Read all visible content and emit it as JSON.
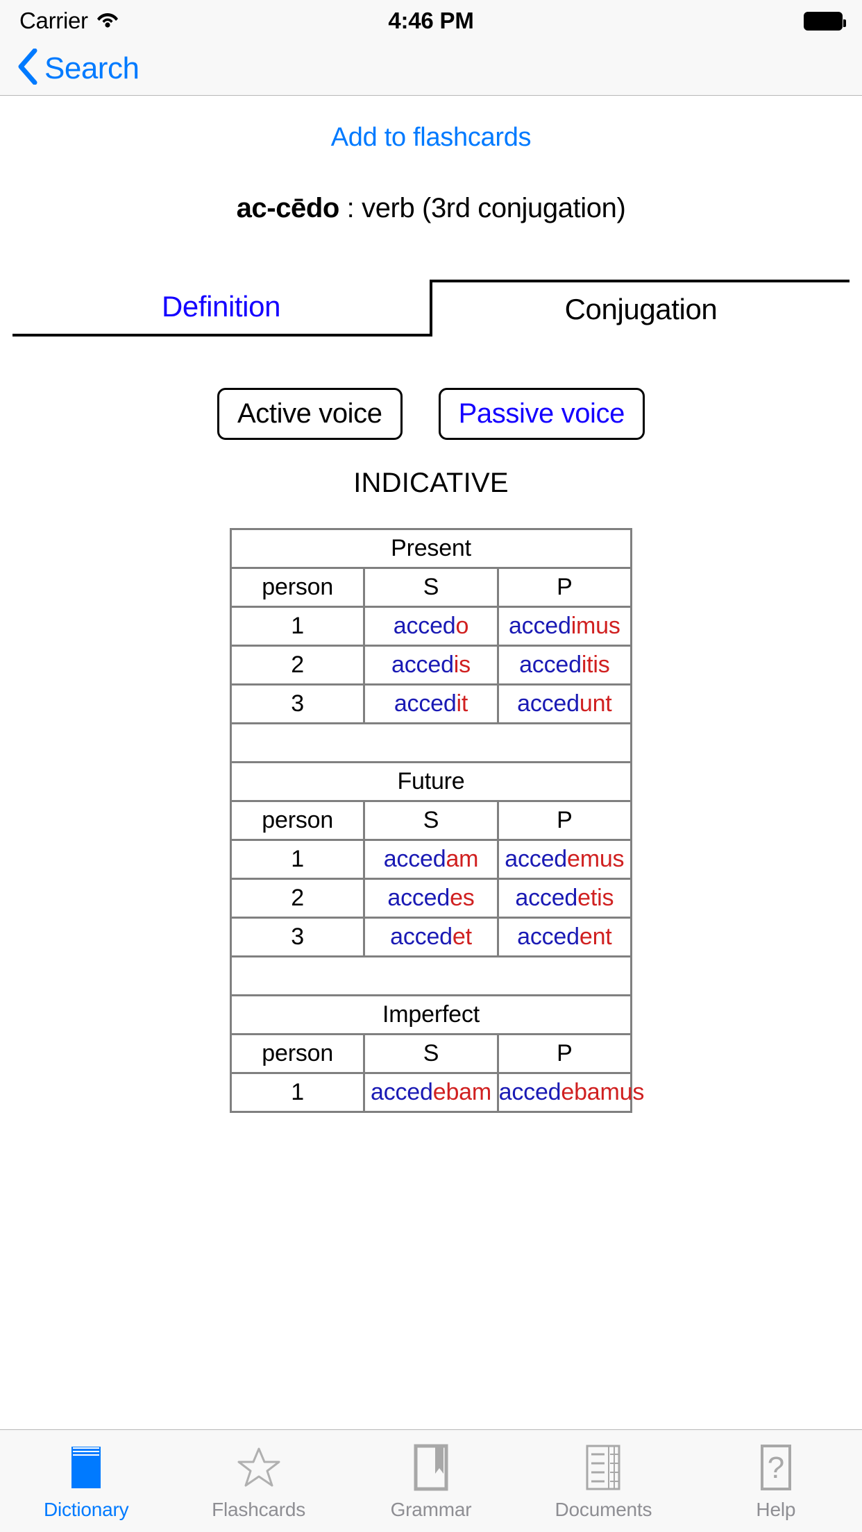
{
  "status_bar": {
    "carrier": "Carrier",
    "wifi_icon": "wifi-icon",
    "time": "4:46 PM",
    "battery_icon": "battery-full-icon"
  },
  "nav_bar": {
    "back_icon": "chevron-left-icon",
    "back_label": "Search"
  },
  "actions": {
    "add_to_flashcards": "Add to flashcards"
  },
  "entry": {
    "headword": "ac-cēdo",
    "separator": " : ",
    "part_of_speech": "verb (3rd conjugation)"
  },
  "tabs": [
    {
      "label": "Definition",
      "active": false
    },
    {
      "label": "Conjugation",
      "active": true
    }
  ],
  "voice_buttons": [
    {
      "label": "Active voice",
      "selected": true
    },
    {
      "label": "Passive voice",
      "selected": false
    }
  ],
  "mood_title": "INDICATIVE",
  "table": {
    "person_header": "person",
    "singular_header": "S",
    "plural_header": "P",
    "stem": "acced",
    "sections": [
      {
        "tense": "Present",
        "rows": [
          {
            "person": "1",
            "s_ending": "o",
            "p_ending": "imus"
          },
          {
            "person": "2",
            "s_ending": "is",
            "p_ending": "itis"
          },
          {
            "person": "3",
            "s_ending": "it",
            "p_ending": "unt"
          }
        ]
      },
      {
        "tense": "Future",
        "rows": [
          {
            "person": "1",
            "s_ending": "am",
            "p_ending": "emus"
          },
          {
            "person": "2",
            "s_ending": "es",
            "p_ending": "etis"
          },
          {
            "person": "3",
            "s_ending": "et",
            "p_ending": "ent"
          }
        ]
      },
      {
        "tense": "Imperfect",
        "rows": [
          {
            "person": "1",
            "s_ending": "ebam",
            "p_ending": "ebamus"
          }
        ]
      }
    ]
  },
  "bottom_tabs": [
    {
      "label": "Dictionary",
      "icon": "book-icon",
      "active": true
    },
    {
      "label": "Flashcards",
      "icon": "star-icon",
      "active": false
    },
    {
      "label": "Grammar",
      "icon": "bookmark-icon",
      "active": false
    },
    {
      "label": "Documents",
      "icon": "document-icon",
      "active": false
    },
    {
      "label": "Help",
      "icon": "question-icon",
      "active": false
    }
  ],
  "colors": {
    "accent": "#007aff",
    "link": "#1400ff",
    "stem": "#1a1ab4",
    "ending": "#d02020"
  }
}
